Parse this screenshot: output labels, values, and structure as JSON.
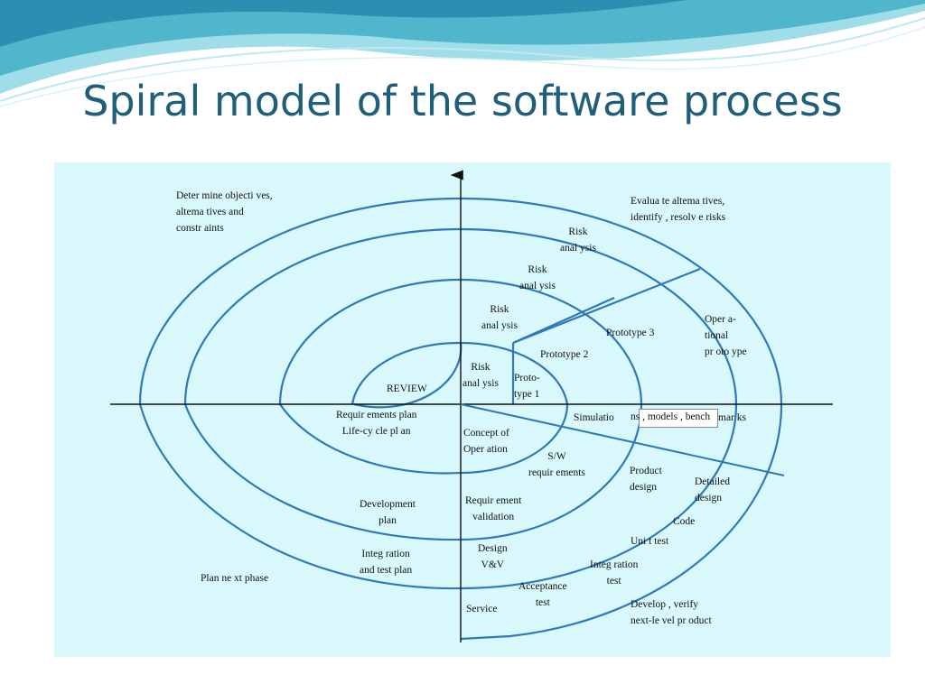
{
  "slide": {
    "title": "Spiral model of the software process"
  },
  "labels": {
    "q1": "Deter   mine objecti        ves,\n altema  tives and\n constr  aints",
    "q2": "Evalua  te altema  tives,\nidentify , resolv  e risks",
    "risk4": "Risk\nanal ysis",
    "risk3": "Risk\nanal  ysis",
    "risk2": "Risk\nanal  ysis",
    "risk1": "Risk\nanal  ysis",
    "prototype3": "Prototype 3",
    "prototype2": "Prototype 2",
    "prototype1": "Proto-\ntype 1",
    "operational": "Oper  a-\ntional\npr oto  ype",
    "review": "REVIEW",
    "req_plan": "Requir  ements plan\nLife-cy  cle pl  an",
    "concept": "Concept of\nOper  ation",
    "simulations": "Simulatio",
    "simulations_box": "ns , models  , bench",
    "simulations_end": "mar    ks",
    "sw_req": "S/W\nrequir    ements",
    "product_design": "Product\ndesign",
    "detailed_design": "Detailed\ndesign",
    "dev_plan": "Development\nplan",
    "req_validation": "Requir  ement\nvalidation",
    "code": "Code",
    "unit_test": "Uni t test",
    "integ_plan": "Integ  ration\nand test plan",
    "design_vv": "Design\nV&V",
    "integ_test": "Integ  ration\ntest",
    "plan_next": "Plan ne  xt phase",
    "acceptance": "Acceptance\ntest",
    "service": "Service",
    "develop": "Develop  , verify\nnext-le vel pr oduct"
  }
}
